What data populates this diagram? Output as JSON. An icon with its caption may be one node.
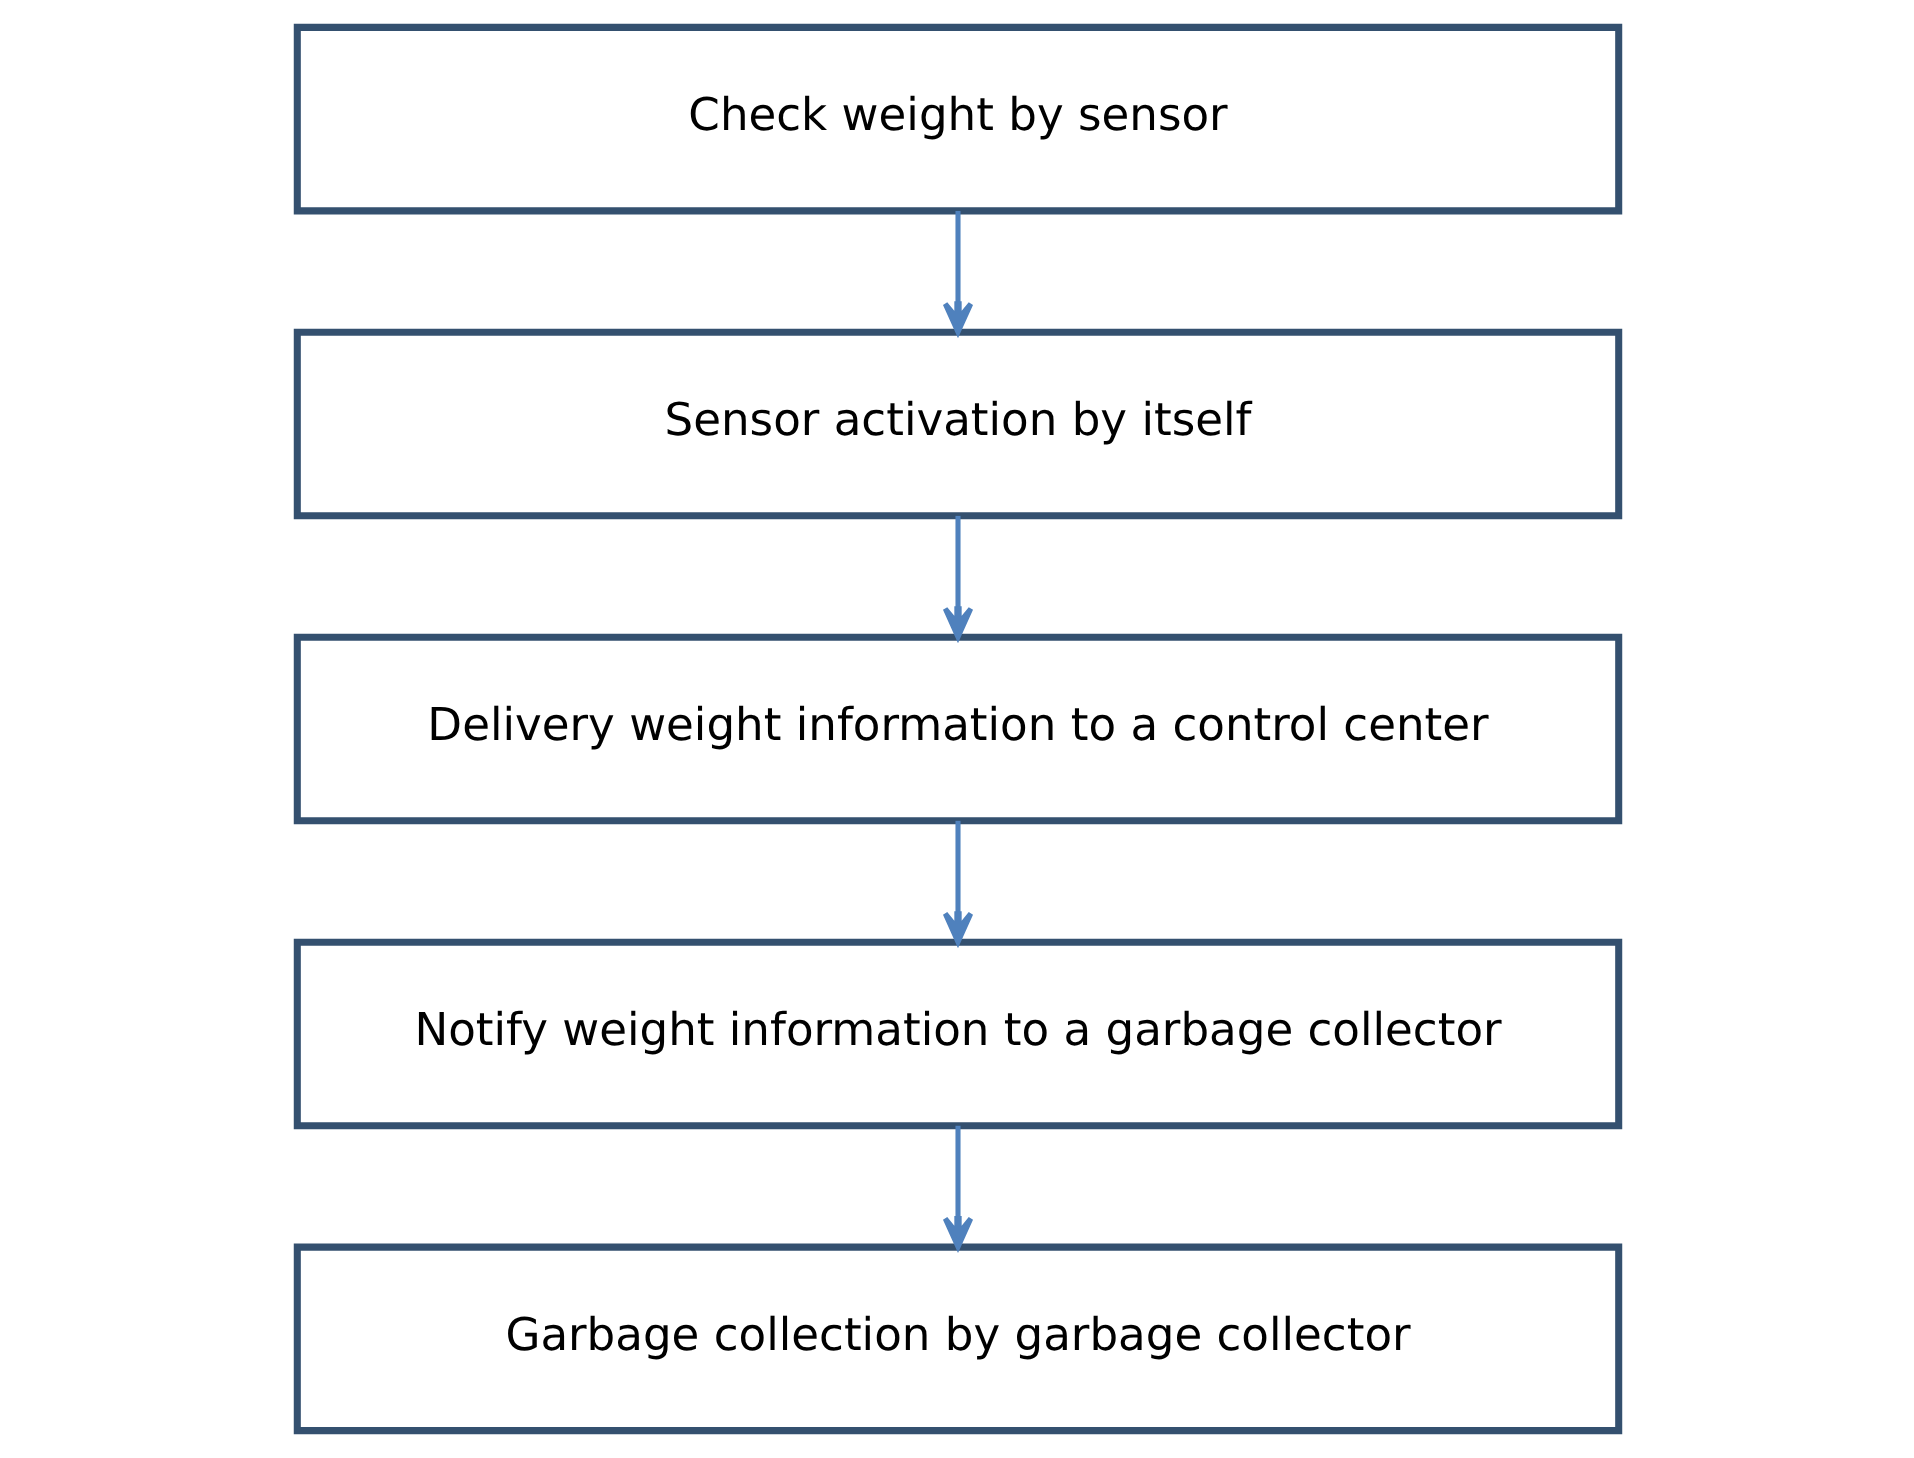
{
  "diagram": {
    "nodes": [
      {
        "text": [
          "Check weight by sensor"
        ]
      },
      {
        "text": [
          "Sensor activation by itself"
        ]
      },
      {
        "text": [
          "Delivery weight information to a control center"
        ]
      },
      {
        "text": [
          "Notify weight information to a garbage collector"
        ]
      },
      {
        "text": [
          "Garbage collection by garbage collector"
        ]
      }
    ],
    "edges": [
      {
        "from": 0,
        "to": 1,
        "arrow": "to"
      },
      {
        "from": 1,
        "to": 2,
        "arrow": "to"
      },
      {
        "from": 2,
        "to": 3,
        "arrow": "to"
      },
      {
        "from": 3,
        "to": 4,
        "arrow": "to"
      }
    ]
  }
}
